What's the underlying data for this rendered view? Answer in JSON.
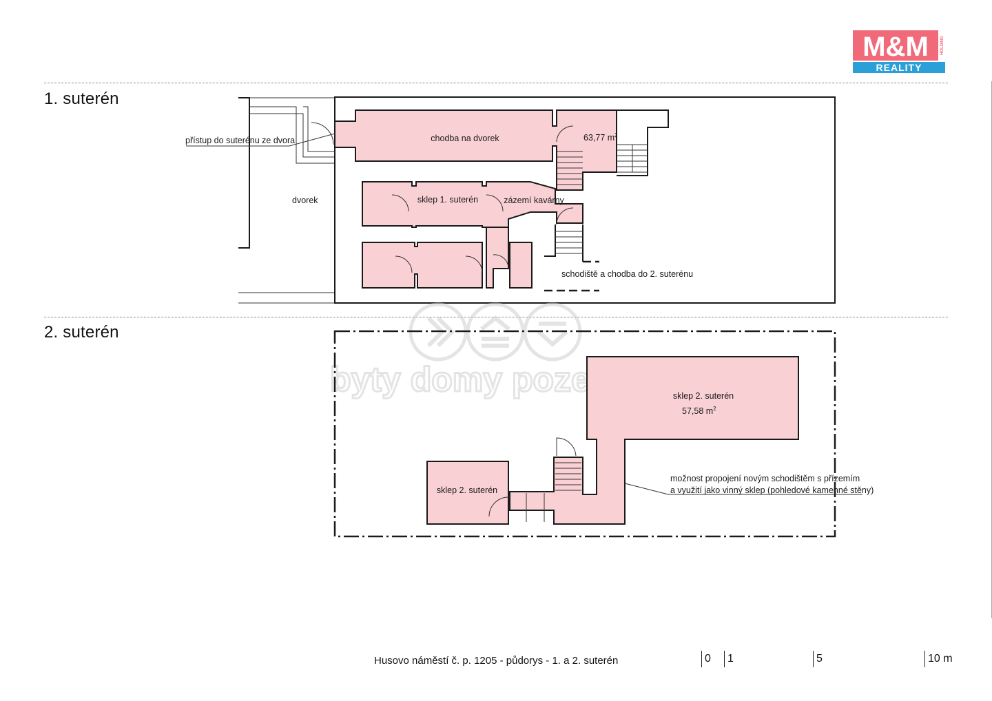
{
  "logo": {
    "brand": "M&M",
    "sub": "REALITY",
    "side": "HOLDING",
    "colors": {
      "pink": "#f06a7a",
      "blue": "#2a9fd8"
    }
  },
  "sections": [
    {
      "title": "1. suterén"
    },
    {
      "title": "2. suterén"
    }
  ],
  "floor1": {
    "labels": {
      "access": "přístup do suterénu ze dvora",
      "courtyard": "dvorek",
      "corridor": "chodba na dvorek",
      "area": "63,77 m",
      "area_sup": "2",
      "cellar": "sklep 1. suterén",
      "backstage": "zázemí kavárny",
      "stairs": "schodiště a chodba do 2. suterénu"
    }
  },
  "floor2": {
    "labels": {
      "cellar_big": "sklep 2. suterén",
      "area": "57,58 m",
      "area_sup": "2",
      "cellar_small": "sklep 2. suterén",
      "note_line1": "možnost propojení novým schodištěm s přízemím",
      "note_line2": "a využití jako vinný sklep (pohledové kamenné stěny)"
    }
  },
  "watermark": {
    "text": "byty domy pozemky",
    "color": "#cfcfcf"
  },
  "footer": {
    "title": "Husovo náměstí č. p. 1205 - půdorys - 1. a 2. suterén"
  },
  "scale": {
    "ticks": [
      "0",
      "1",
      "5",
      "10 m"
    ]
  },
  "colors": {
    "room_fill": "#f9d0d4"
  }
}
